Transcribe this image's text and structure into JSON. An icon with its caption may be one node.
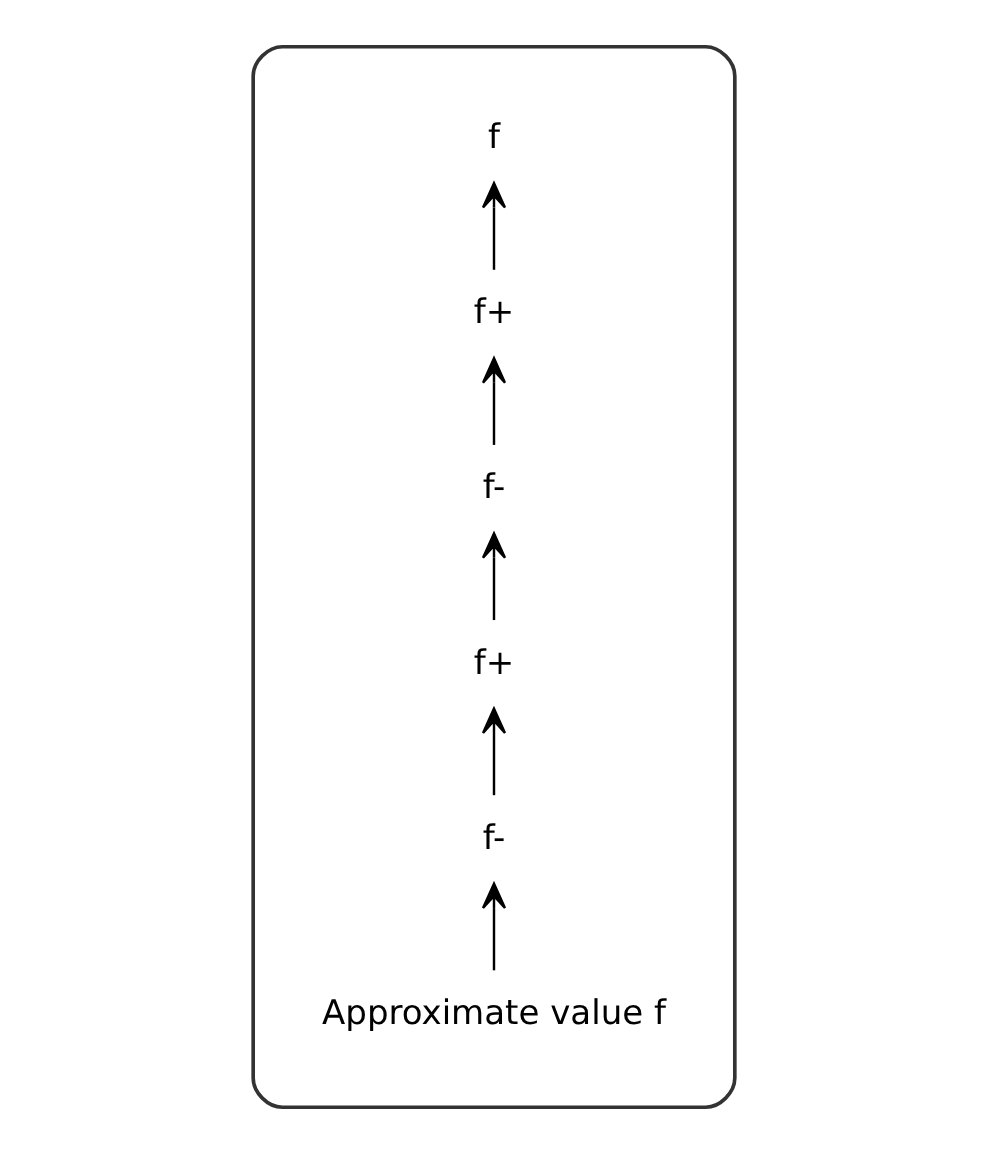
{
  "diagram": {
    "nodes": [
      {
        "text": [],
        "shape": "box"
      },
      {
        "text": [
          "Approximate value f"
        ],
        "in": 0
      },
      {
        "text": [
          "f-"
        ],
        "in": 0
      },
      {
        "text": [
          "f+"
        ],
        "in": 0
      },
      {
        "text": [
          "f-"
        ],
        "in": 0
      },
      {
        "text": [
          "f+"
        ],
        "in": 0
      },
      {
        "text": [
          "f"
        ],
        "in": 0
      }
    ],
    "edges": [
      {
        "from": 1,
        "to": 2,
        "arrow": "to"
      },
      {
        "from": 2,
        "to": 3,
        "arrow": "to"
      },
      {
        "from": 3,
        "to": 4,
        "arrow": "to"
      },
      {
        "from": 4,
        "to": 5,
        "arrow": "to"
      },
      {
        "from": 5,
        "to": 6,
        "arrow": "to"
      }
    ]
  }
}
